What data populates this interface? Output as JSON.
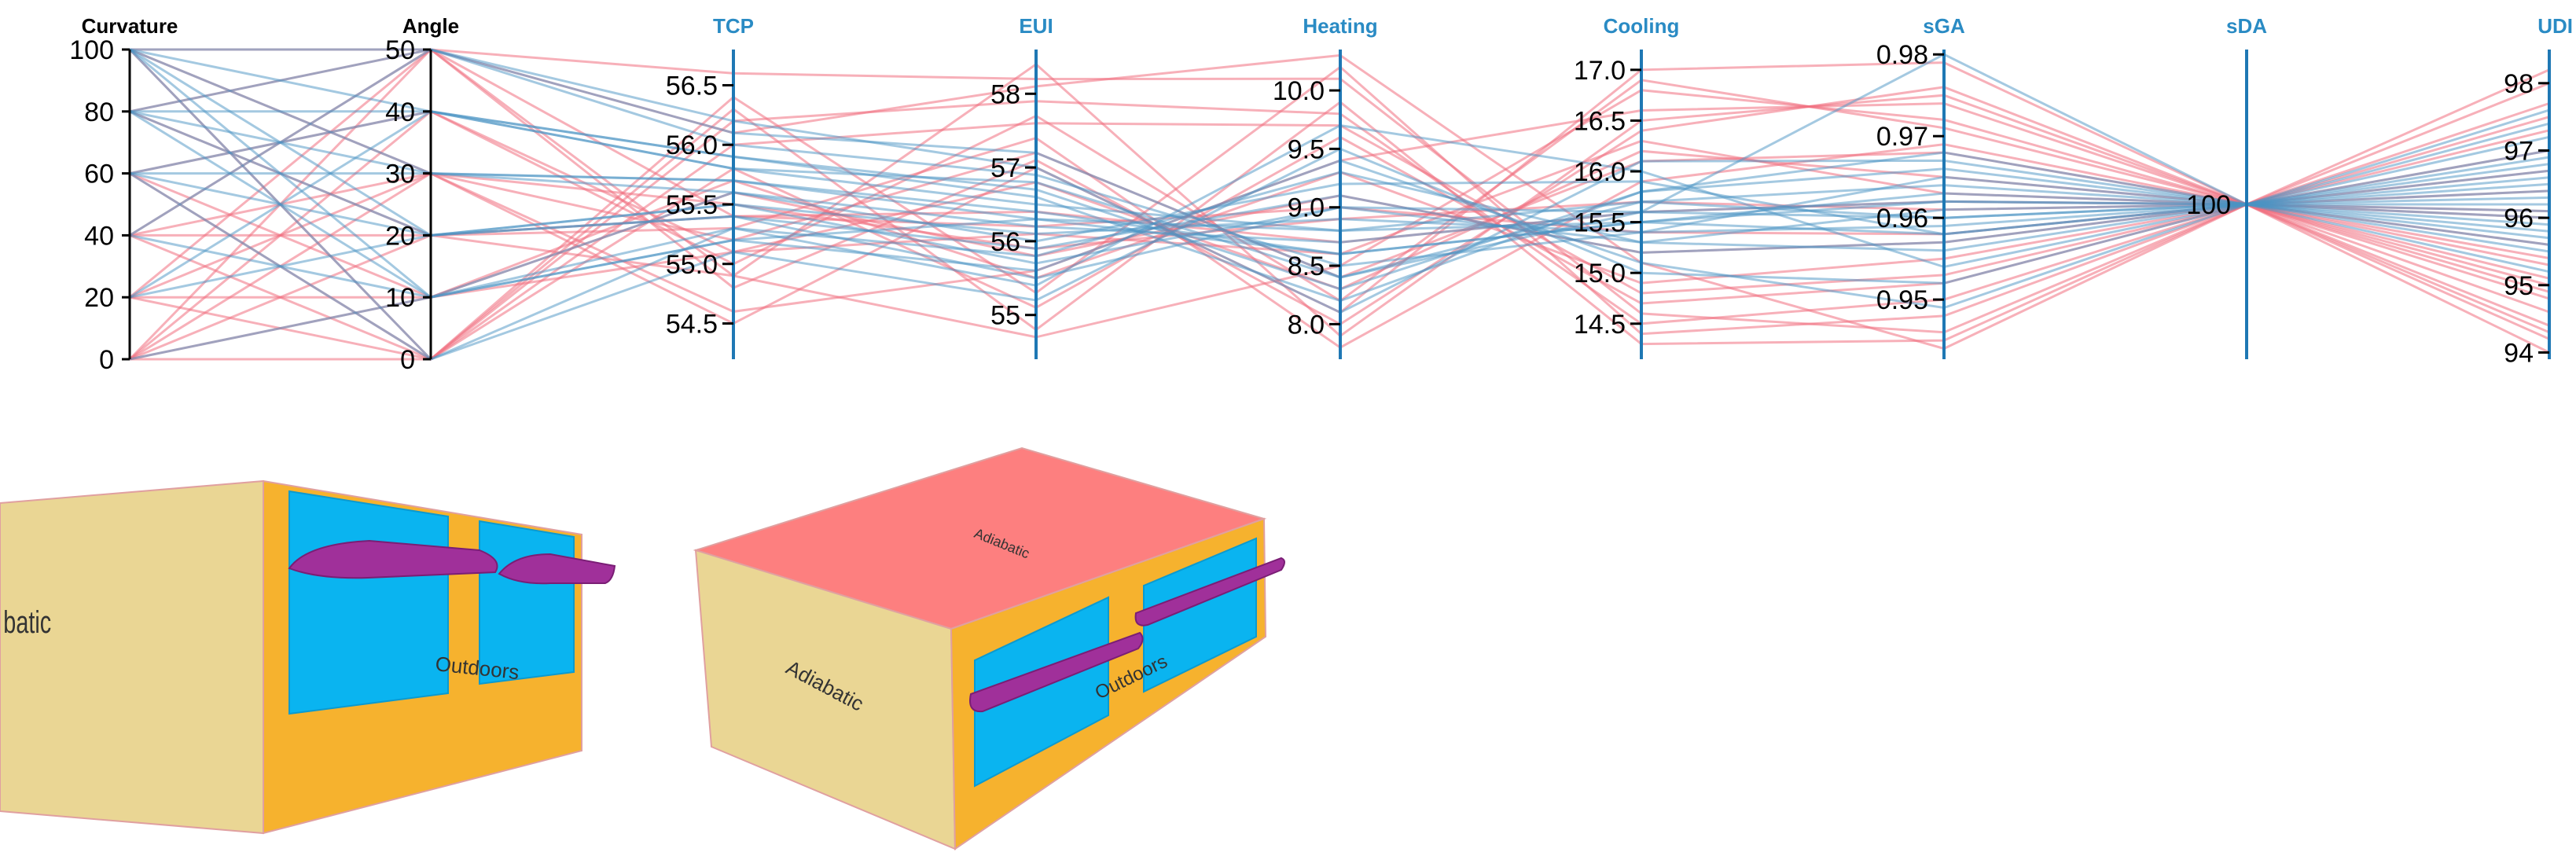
{
  "chart_data": {
    "type": "parallel-coordinates",
    "axes": [
      {
        "name": "Curvature",
        "range": [
          0,
          100
        ],
        "ticks": [
          0,
          20,
          40,
          60,
          80,
          100
        ],
        "tick_labels": [
          "0",
          "20",
          "40",
          "60",
          "80",
          "100"
        ],
        "title_color": "#000000"
      },
      {
        "name": "Angle",
        "range": [
          0,
          50
        ],
        "ticks": [
          0,
          10,
          20,
          30,
          40,
          50
        ],
        "tick_labels": [
          "0",
          "10",
          "20",
          "30",
          "40",
          "50"
        ],
        "title_color": "#000000"
      },
      {
        "name": "TCP",
        "range": [
          54.2,
          56.8
        ],
        "ticks": [
          54.5,
          55.0,
          55.5,
          56.0,
          56.5
        ],
        "tick_labels": [
          "54.5",
          "55.0",
          "55.5",
          "56.0",
          "56.5"
        ],
        "title_color": "#2a8bc4"
      },
      {
        "name": "EUI",
        "range": [
          54.4,
          58.6
        ],
        "ticks": [
          55,
          56,
          57,
          58
        ],
        "tick_labels": [
          "55",
          "56",
          "57",
          "58"
        ],
        "title_color": "#2a8bc4"
      },
      {
        "name": "Heating",
        "range": [
          7.7,
          10.35
        ],
        "ticks": [
          8.0,
          8.5,
          9.0,
          9.5,
          10.0
        ],
        "tick_labels": [
          "8.0",
          "8.5",
          "9.0",
          "9.5",
          "10.0"
        ],
        "title_color": "#2a8bc4"
      },
      {
        "name": "Cooling",
        "range": [
          14.15,
          17.2
        ],
        "ticks": [
          14.5,
          15.0,
          15.5,
          16.0,
          16.5,
          17.0
        ],
        "tick_labels": [
          "14.5",
          "15.0",
          "15.5",
          "16.0",
          "16.5",
          "17.0"
        ],
        "title_color": "#2a8bc4"
      },
      {
        "name": "sGA",
        "range": [
          0.9427,
          0.9806
        ],
        "ticks": [
          0.95,
          0.96,
          0.97,
          0.98
        ],
        "tick_labels": [
          "0.95",
          "0.96",
          "0.97",
          "0.98"
        ],
        "title_color": "#2a8bc4"
      },
      {
        "name": "sDA",
        "range": [
          99,
          101
        ],
        "ticks": [
          100
        ],
        "tick_labels": [
          "100"
        ],
        "title_color": "#2a8bc4"
      },
      {
        "name": "UDI",
        "range": [
          93.9,
          98.5
        ],
        "ticks": [
          94,
          95,
          96,
          97,
          98
        ],
        "tick_labels": [
          "94",
          "95",
          "96",
          "97",
          "98"
        ],
        "title_color": "#2a8bc4"
      }
    ],
    "series_colors": {
      "red": "#f07080",
      "blue": "#4a94c4"
    },
    "records": [
      {
        "c": "red",
        "v": [
          0,
          50,
          54.9,
          58.4,
          7.9,
          16.5,
          0.975,
          100,
          94.2
        ]
      },
      {
        "c": "red",
        "v": [
          0,
          40,
          55.0,
          57.7,
          8.2,
          16.9,
          0.971,
          100,
          94.6
        ]
      },
      {
        "c": "red",
        "v": [
          0,
          30,
          55.2,
          57.2,
          8.4,
          16.1,
          0.968,
          100,
          95.1
        ]
      },
      {
        "c": "red",
        "v": [
          0,
          20,
          55.4,
          56.4,
          8.7,
          15.6,
          0.962,
          100,
          95.6
        ]
      },
      {
        "c": "red",
        "v": [
          0,
          10,
          55.6,
          55.8,
          9.1,
          15.2,
          0.957,
          100,
          96.1
        ]
      },
      {
        "c": "red",
        "v": [
          0,
          0,
          55.8,
          55.1,
          9.6,
          14.7,
          0.952,
          100,
          96.7
        ]
      },
      {
        "c": "red",
        "v": [
          20,
          50,
          56.6,
          58.2,
          10.1,
          14.6,
          0.946,
          100,
          97.3
        ]
      },
      {
        "c": "red",
        "v": [
          20,
          30,
          54.5,
          57.0,
          8.1,
          17.0,
          0.979,
          100,
          94.0
        ]
      },
      {
        "c": "red",
        "v": [
          20,
          10,
          55.1,
          56.1,
          8.6,
          16.3,
          0.963,
          100,
          95.3
        ]
      },
      {
        "c": "red",
        "v": [
          20,
          0,
          56.3,
          54.8,
          9.9,
          14.3,
          0.945,
          100,
          98.0
        ]
      },
      {
        "c": "red",
        "v": [
          40,
          50,
          56.1,
          58.1,
          10.3,
          15.1,
          0.944,
          100,
          97.7
        ]
      },
      {
        "c": "red",
        "v": [
          40,
          30,
          54.6,
          55.6,
          9.4,
          16.6,
          0.974,
          100,
          94.4
        ]
      },
      {
        "c": "red",
        "v": [
          40,
          20,
          55.3,
          57.4,
          7.8,
          15.9,
          0.969,
          100,
          94.8
        ]
      },
      {
        "c": "red",
        "v": [
          40,
          0,
          56.4,
          55.3,
          10.2,
          14.4,
          0.948,
          100,
          98.2
        ]
      },
      {
        "c": "red",
        "v": [
          60,
          40,
          55.1,
          56.8,
          8.3,
          16.2,
          0.965,
          100,
          95.0
        ]
      },
      {
        "c": "red",
        "v": [
          60,
          10,
          55.7,
          55.5,
          9.3,
          14.9,
          0.955,
          100,
          96.4
        ]
      },
      {
        "c": "red",
        "v": [
          60,
          0,
          56.2,
          57.9,
          9.8,
          14.5,
          0.95,
          100,
          97.5
        ]
      },
      {
        "c": "red",
        "v": [
          80,
          50,
          55.4,
          56.2,
          9.0,
          15.4,
          0.958,
          100,
          96.0
        ]
      },
      {
        "c": "red",
        "v": [
          80,
          20,
          54.9,
          54.7,
          8.5,
          16.8,
          0.972,
          100,
          94.3
        ]
      },
      {
        "c": "red",
        "v": [
          100,
          0,
          56.0,
          57.6,
          9.7,
          14.8,
          0.953,
          100,
          97.0
        ]
      },
      {
        "c": "red",
        "v": [
          100,
          30,
          55.5,
          55.9,
          8.9,
          15.7,
          0.961,
          100,
          95.4
        ]
      },
      {
        "c": "red",
        "v": [
          100,
          50,
          54.8,
          57.1,
          8.0,
          16.4,
          0.976,
          100,
          94.9
        ]
      },
      {
        "c": "blue",
        "v": [
          100,
          50,
          56.1,
          57.2,
          8.4,
          15.6,
          0.98,
          100,
          95.9
        ]
      },
      {
        "c": "blue",
        "v": [
          100,
          40,
          55.9,
          56.6,
          8.2,
          15.8,
          0.968,
          100,
          96.3
        ]
      },
      {
        "c": "blue",
        "v": [
          100,
          30,
          55.7,
          56.3,
          8.6,
          15.5,
          0.963,
          100,
          96.6
        ]
      },
      {
        "c": "blue",
        "v": [
          100,
          20,
          55.5,
          55.7,
          9.0,
          15.3,
          0.961,
          100,
          97.0
        ]
      },
      {
        "c": "blue",
        "v": [
          100,
          10,
          55.6,
          56.0,
          9.2,
          15.9,
          0.958,
          100,
          95.6
        ]
      },
      {
        "c": "blue",
        "v": [
          100,
          0,
          55.3,
          55.4,
          9.7,
          16.0,
          0.954,
          100,
          97.4
        ]
      },
      {
        "c": "blue",
        "v": [
          80,
          50,
          56.0,
          56.9,
          8.5,
          15.4,
          0.965,
          100,
          96.0
        ]
      },
      {
        "c": "blue",
        "v": [
          80,
          40,
          55.8,
          56.5,
          8.8,
          15.7,
          0.96,
          100,
          96.2
        ]
      },
      {
        "c": "blue",
        "v": [
          80,
          30,
          55.6,
          56.2,
          8.7,
          15.6,
          0.962,
          100,
          95.8
        ]
      },
      {
        "c": "blue",
        "v": [
          80,
          20,
          55.4,
          55.9,
          9.1,
          15.2,
          0.957,
          100,
          96.8
        ]
      },
      {
        "c": "blue",
        "v": [
          80,
          10,
          55.2,
          55.6,
          9.4,
          15.1,
          0.949,
          100,
          97.6
        ]
      },
      {
        "c": "blue",
        "v": [
          60,
          40,
          55.9,
          56.7,
          8.3,
          15.8,
          0.966,
          100,
          95.7
        ]
      },
      {
        "c": "blue",
        "v": [
          60,
          30,
          55.7,
          56.4,
          8.6,
          15.5,
          0.962,
          100,
          96.1
        ]
      },
      {
        "c": "blue",
        "v": [
          60,
          20,
          55.5,
          56.1,
          8.9,
          15.4,
          0.959,
          100,
          96.5
        ]
      },
      {
        "c": "blue",
        "v": [
          60,
          0,
          55.1,
          55.2,
          9.5,
          15.0,
          0.952,
          100,
          97.2
        ]
      },
      {
        "c": "blue",
        "v": [
          40,
          50,
          56.2,
          57.0,
          8.1,
          16.1,
          0.967,
          100,
          95.5
        ]
      },
      {
        "c": "blue",
        "v": [
          40,
          10,
          55.3,
          55.8,
          9.3,
          15.3,
          0.956,
          100,
          96.9
        ]
      },
      {
        "c": "blue",
        "v": [
          20,
          40,
          55.8,
          56.8,
          8.4,
          15.7,
          0.964,
          100,
          95.2
        ]
      },
      {
        "c": "blue",
        "v": [
          20,
          20,
          55.4,
          55.5,
          9.0,
          15.6,
          0.96,
          100,
          96.4
        ]
      },
      {
        "c": "blue",
        "v": [
          0,
          10,
          55.2,
          56.3,
          8.8,
          15.5,
          0.958,
          100,
          96.7
        ]
      }
    ]
  },
  "render_left": {
    "labels": {
      "adiabatic_partial": "batic",
      "outdoors": "Outdoors"
    },
    "colors": {
      "side_wall": "#ead694",
      "front_wall": "#f6b22e",
      "glazing": "#0ab4f0",
      "shade": "#a0309a"
    }
  },
  "render_right": {
    "labels": {
      "roof": "Adiabatic",
      "adiabatic": "Adiabatic",
      "outdoors": "Outdoors"
    },
    "colors": {
      "roof": "#fd7f7f",
      "side_wall": "#ead694",
      "front_wall": "#f6b22e",
      "glazing": "#0ab4f0",
      "shade": "#a0309a"
    }
  }
}
